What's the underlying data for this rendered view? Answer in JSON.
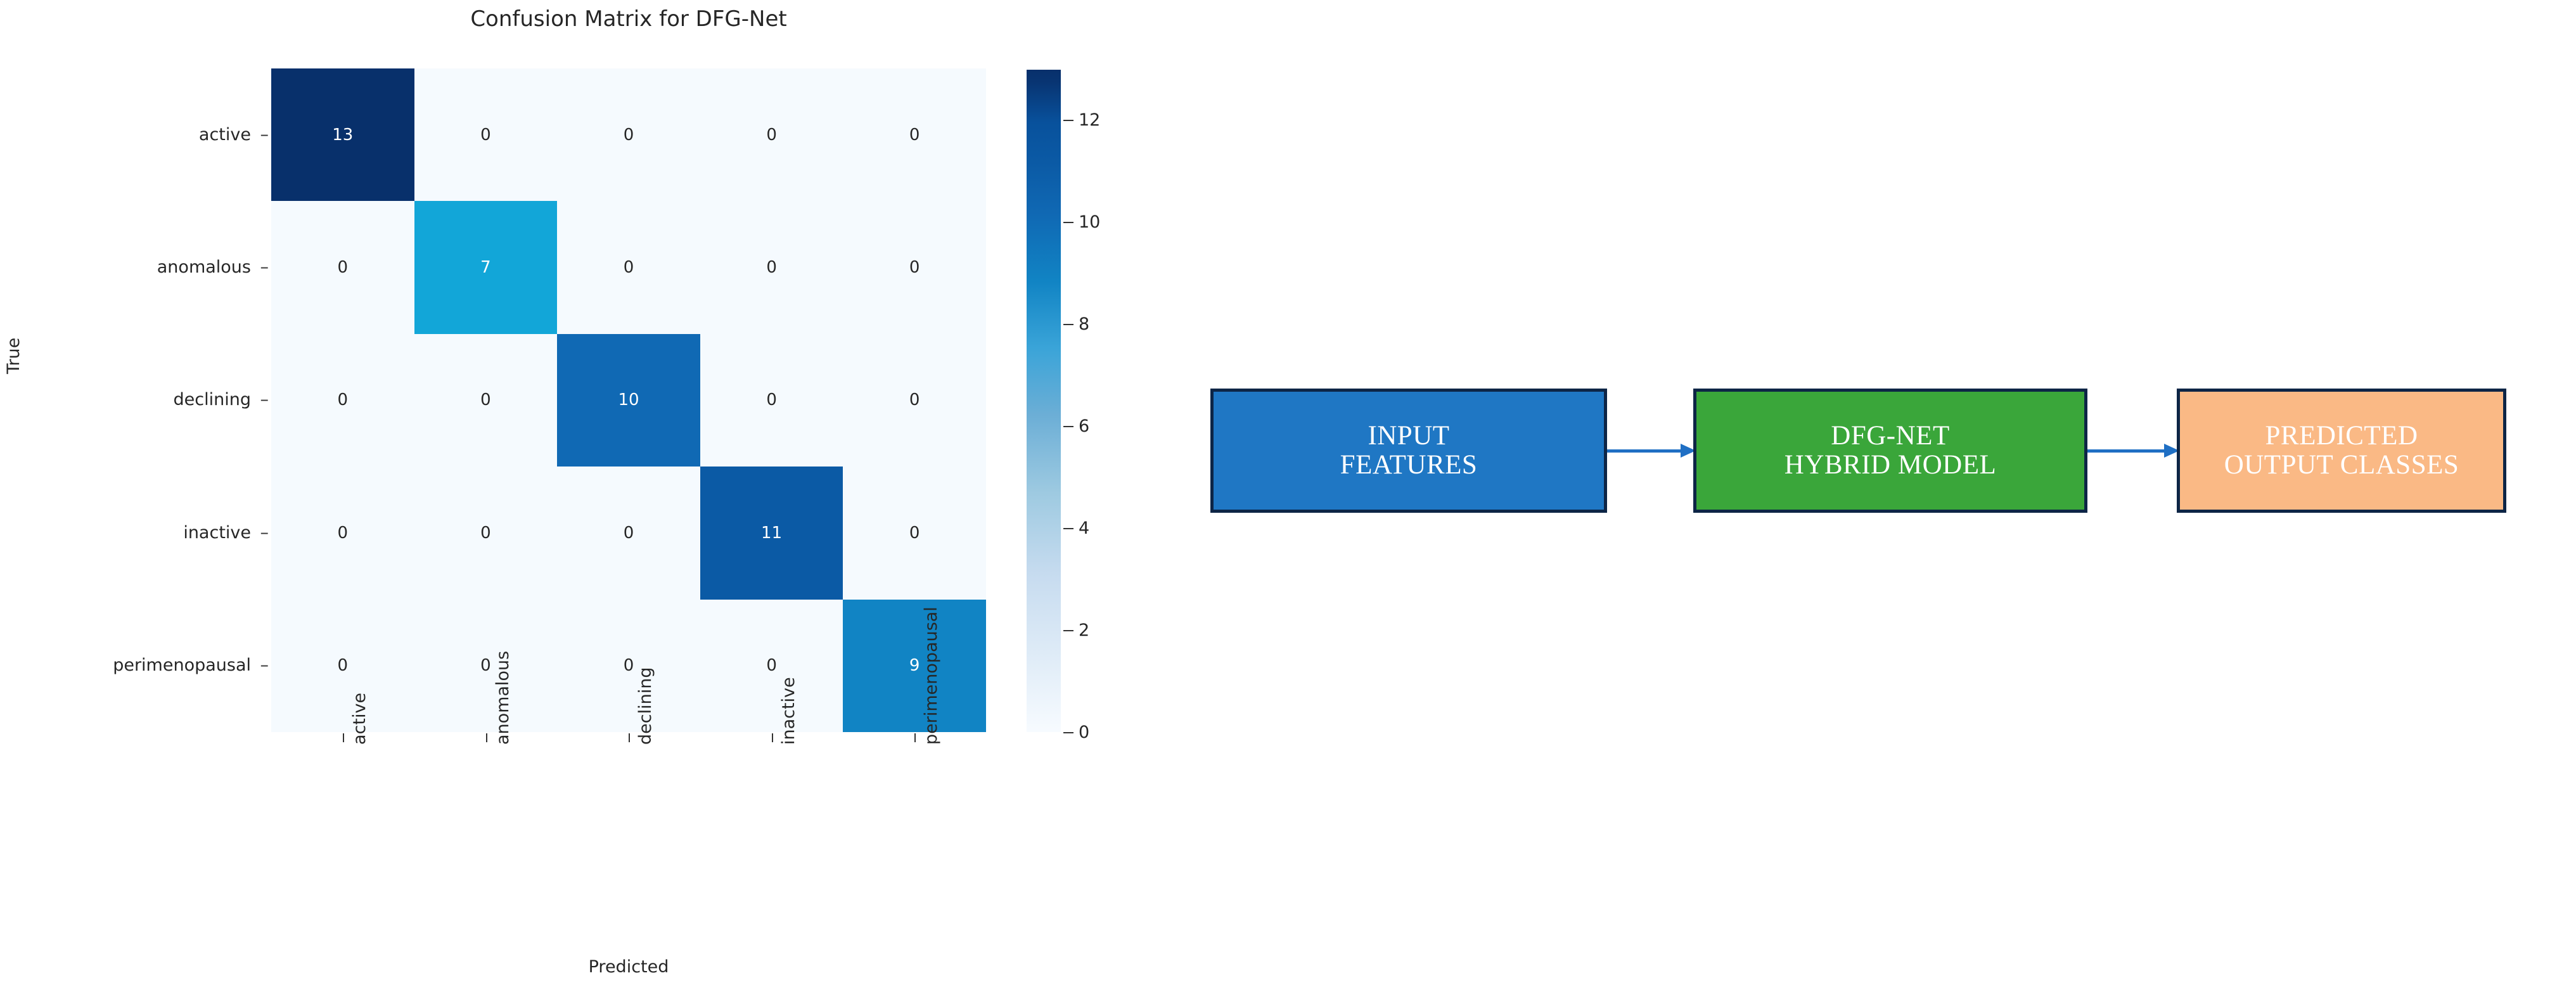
{
  "figure": {
    "title": "Confusion Matrix for DFG-Net"
  },
  "chart_data": {
    "type": "heatmap",
    "title": "Confusion Matrix for DFG-Net",
    "xlabel": "Predicted",
    "ylabel": "True",
    "categories": [
      "active",
      "anomalous",
      "declining",
      "inactive",
      "perimenopausal"
    ],
    "x_tick_labels": [
      "active",
      "anomalous",
      "declining",
      "inactive",
      "perimenopausal"
    ],
    "y_tick_labels": [
      "active",
      "anomalous",
      "declining",
      "inactive",
      "perimenopausal"
    ],
    "rows": [
      {
        "label": "active",
        "values": [
          13,
          0,
          0,
          0,
          0
        ]
      },
      {
        "label": "anomalous",
        "values": [
          0,
          7,
          0,
          0,
          0
        ]
      },
      {
        "label": "declining",
        "values": [
          0,
          0,
          10,
          0,
          0
        ]
      },
      {
        "label": "inactive",
        "values": [
          0,
          0,
          0,
          11,
          0
        ]
      },
      {
        "label": "perimenopausal",
        "values": [
          0,
          0,
          0,
          0,
          9
        ]
      }
    ],
    "matrix": [
      [
        13,
        0,
        0,
        0,
        0
      ],
      [
        0,
        7,
        0,
        0,
        0
      ],
      [
        0,
        0,
        10,
        0,
        0
      ],
      [
        0,
        0,
        0,
        11,
        0
      ],
      [
        0,
        0,
        0,
        0,
        9
      ]
    ],
    "cell_colors": [
      [
        "#08306b",
        "#f5fafe",
        "#f5fafe",
        "#f5fafe",
        "#f5fafe"
      ],
      [
        "#f5fafe",
        "#12a6d8",
        "#f5fafe",
        "#f5fafe",
        "#f5fafe"
      ],
      [
        "#f5fafe",
        "#f5fafe",
        "#1069b4",
        "#f5fafe",
        "#f5fafe"
      ],
      [
        "#f5fafe",
        "#f5fafe",
        "#f5fafe",
        "#0b5aa5",
        "#f5fafe"
      ],
      [
        "#f5fafe",
        "#f5fafe",
        "#f5fafe",
        "#f5fafe",
        "#1184c4"
      ]
    ],
    "colormap": "Blues-like (light #f7fbff to dark #08306b)",
    "colorbar": {
      "ticks": [
        0,
        2,
        4,
        6,
        8,
        10,
        12
      ],
      "tick_labels": [
        "0",
        "2",
        "4",
        "6",
        "8",
        "10",
        "12"
      ],
      "vmin": 0,
      "vmax": 13,
      "position": "right"
    },
    "grid": false,
    "annotated": true
  },
  "flow": {
    "boxes": [
      {
        "id": "input",
        "line1": "INPUT",
        "line2": "FEATURES",
        "fill": "#1f77c4",
        "border": "#0d2546",
        "text_color": "#ffffff"
      },
      {
        "id": "model",
        "line1": "DFG-NET",
        "line2": "HYBRID MODEL",
        "fill": "#3aa63a",
        "border": "#0d2546",
        "text_color": "#ffffff"
      },
      {
        "id": "output",
        "line1": "PREDICTED",
        "line2": "OUTPUT CLASSES",
        "fill": "#fab985",
        "border": "#0d2546",
        "text_color": "#ffffff"
      }
    ],
    "arrow_color": "#1f6fc4",
    "arrows": [
      {
        "from": "input",
        "to": "model"
      },
      {
        "from": "model",
        "to": "output"
      }
    ]
  }
}
